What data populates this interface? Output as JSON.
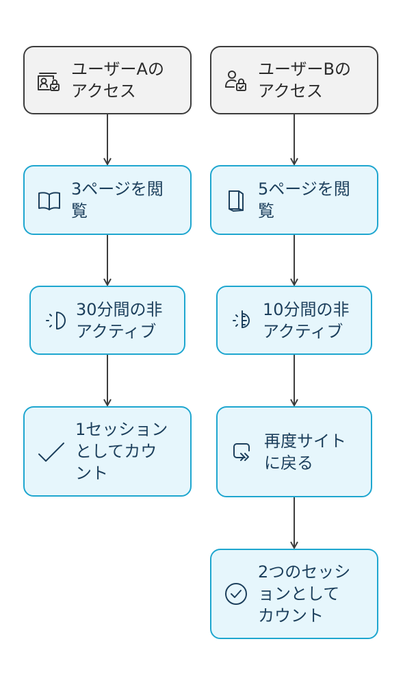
{
  "nodes": {
    "user_a": {
      "label": "ユーザーAの\nアクセス",
      "icon": "user-id-lock-icon"
    },
    "user_b": {
      "label": "ユーザーBの\nアクセス",
      "icon": "user-lock-icon"
    },
    "a_pages": {
      "label": "3ページを閲\n覧",
      "icon": "open-book-icon"
    },
    "b_pages": {
      "label": "5ページを閲\n覧",
      "icon": "closed-book-icon"
    },
    "a_inactive": {
      "label": "30分間の非\nアクティブ",
      "icon": "half-moon-icon"
    },
    "b_inactive": {
      "label": "10分間の非\nアクティブ",
      "icon": "half-sun-icon"
    },
    "a_count": {
      "label": "1セッション\nとしてカウ\nント",
      "icon": "checkmark-icon"
    },
    "b_return": {
      "label": "再度サイト\nに戻る",
      "icon": "return-arrow-icon"
    },
    "b_count": {
      "label": "2つのセッシ\nョンとして\nカウント",
      "icon": "check-circle-icon"
    }
  },
  "colors": {
    "accent_border": "#1ea6cf",
    "accent_fill": "#e6f6fc",
    "start_border": "#3c3c3c",
    "start_fill": "#f2f2f2",
    "arrow": "#3c3c3c"
  }
}
